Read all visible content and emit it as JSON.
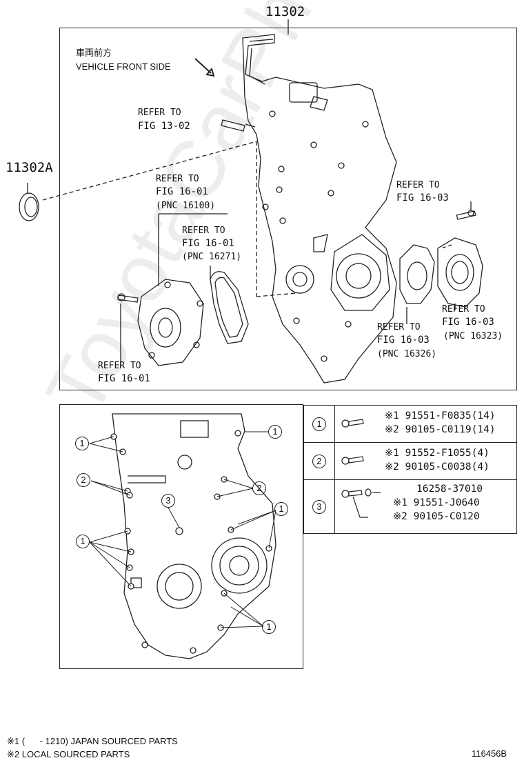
{
  "top_part_number": "11302",
  "side_part_number": "11302A",
  "direction": {
    "jp": "車両前方",
    "en": "VEHICLE FRONT SIDE"
  },
  "refs": {
    "fig13": [
      "REFER TO",
      "FIG 13-02"
    ],
    "fig16_01_a": [
      "REFER TO",
      "FIG 16-01",
      "(PNC 16100)"
    ],
    "fig16_01_b": [
      "REFER TO",
      "FIG 16-01",
      "(PNC 16271)"
    ],
    "fig16_03_top": [
      "REFER TO",
      "FIG 16-03"
    ],
    "fig16_03_right": [
      "REFER TO",
      "FIG 16-03",
      "(PNC 16323)"
    ],
    "fig16_03_mid": [
      "REFER TO",
      "FIG 16-03",
      "(PNC 16326)"
    ],
    "fig16_01_bottom": [
      "REFER TO",
      "FIG 16-01"
    ]
  },
  "callouts": {
    "c1": "1",
    "c2": "2",
    "c3": "3"
  },
  "legend": [
    {
      "num": "1",
      "parts": [
        "※1 91551-F0835(14)",
        "※2 90105-C0119(14)"
      ]
    },
    {
      "num": "2",
      "parts": [
        "※1 91552-F1055(4)",
        "※2 90105-C0038(4)"
      ]
    },
    {
      "num": "3",
      "parts": [
        "16258-37010",
        "※1 91551-J0640",
        "※2 90105-C0120"
      ]
    }
  ],
  "footnotes": [
    "※1 (      - 1210) JAPAN SOURCED PARTS",
    "※2 LOCAL SOURCED PARTS"
  ],
  "figure_code": "116456B",
  "watermark": "ToyotaCarPhone.ru"
}
